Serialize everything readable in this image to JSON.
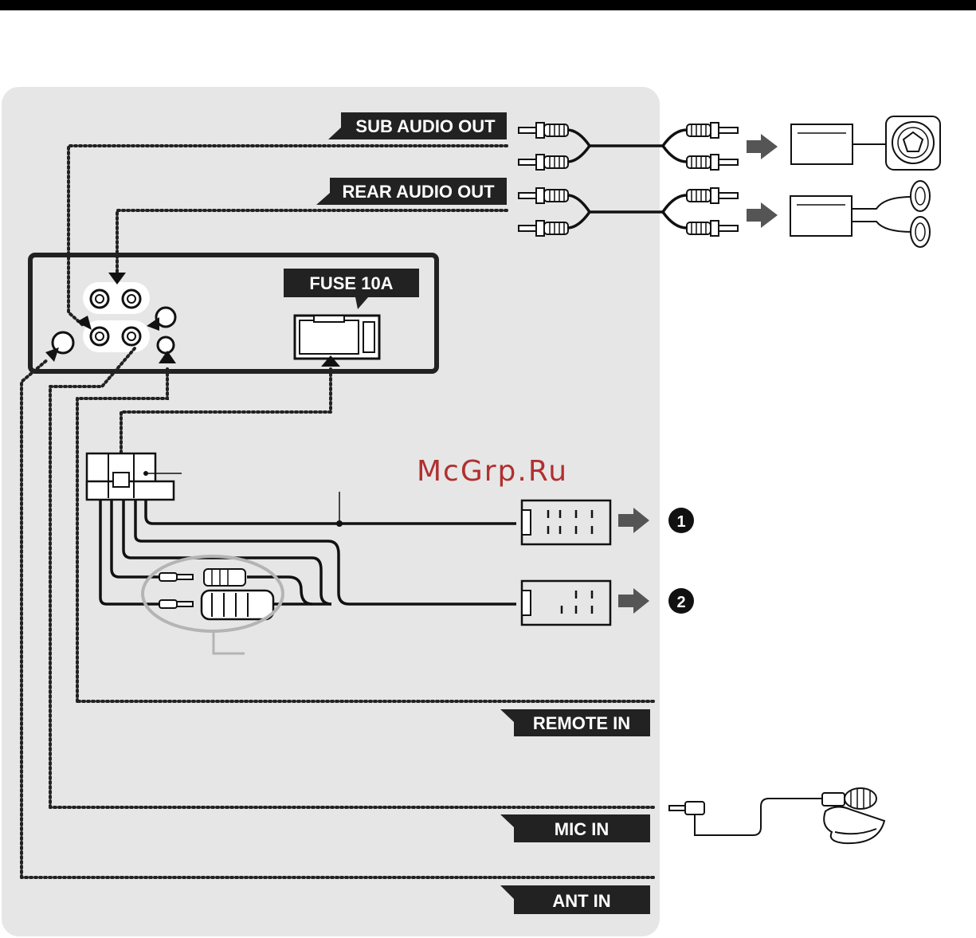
{
  "labels": {
    "sub_audio_out": "SUB AUDIO OUT",
    "rear_audio_out": "REAR AUDIO OUT",
    "fuse": "FUSE 10A",
    "remote_in": "REMOTE IN",
    "mic_in": "MIC IN",
    "ant_in": "ANT IN"
  },
  "callouts": {
    "one": "1",
    "two": "2"
  },
  "watermark": "McGrp.Ru",
  "colors": {
    "panel": "#e6e6e6",
    "label_bg": "#222222",
    "arrow": "#555555",
    "watermark": "#b03030"
  }
}
